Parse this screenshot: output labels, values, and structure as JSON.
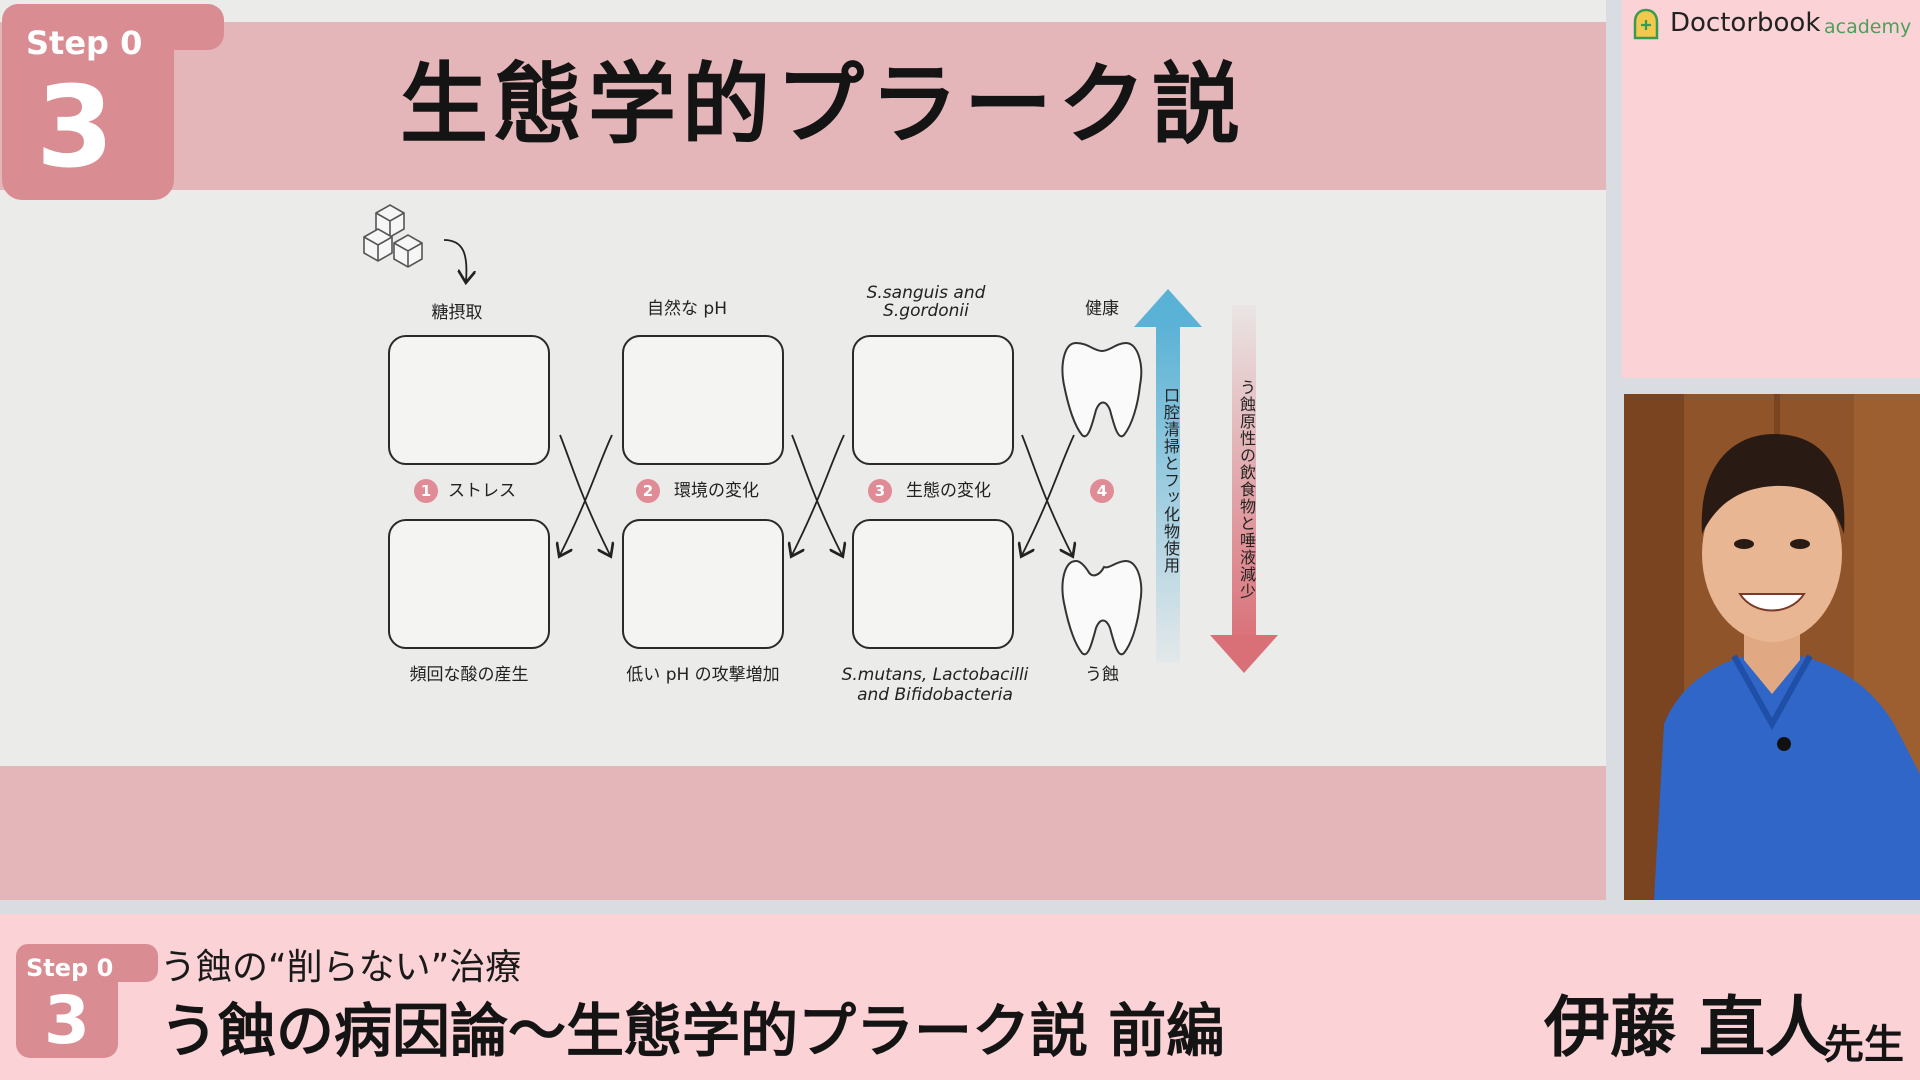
{
  "slide": {
    "step_label": "Step 0",
    "step_number": "3",
    "title": "生態学的プラーク説"
  },
  "diagram": {
    "col_labels": [
      "糖摂取",
      "自然な pH",
      "S.sanguis and",
      "S.gordonii",
      "健康"
    ],
    "stage_labels": [
      {
        "num": "1",
        "text": "ストレス"
      },
      {
        "num": "2",
        "text": "環境の変化"
      },
      {
        "num": "3",
        "text": "生態の変化"
      },
      {
        "num": "4",
        "text": ""
      }
    ],
    "bottom_labels": [
      "頻回な酸の産生",
      "低い pH の攻撃増加",
      "S.mutans, Lactobacilli",
      "and Bifidobacteria",
      "う蝕"
    ],
    "up_arrow_text": "口腔清掃とフッ化物使用",
    "down_arrow_text": "う蝕原性の飲食物と唾液減少",
    "colors": {
      "green_bug": "#4caf3e",
      "red_bug": "#e0506a",
      "up_arrow": "#5ab2d6",
      "down_arrow": "#d96f77"
    }
  },
  "logo": {
    "name": "Doctorbook",
    "sub": "academy",
    "icon": "doctorbook-logo-icon"
  },
  "lower_third": {
    "step_label": "Step 0",
    "step_number": "3",
    "series": "う蝕の“削らない”治療",
    "title": "う蝕の病因論〜生態学的プラーク説 前編",
    "presenter": "伊藤 直人",
    "honorific": "先生"
  },
  "theme": {
    "accent": "#d98d93",
    "band": "#e5b6b9",
    "pink_bg": "#fbd2d6"
  }
}
